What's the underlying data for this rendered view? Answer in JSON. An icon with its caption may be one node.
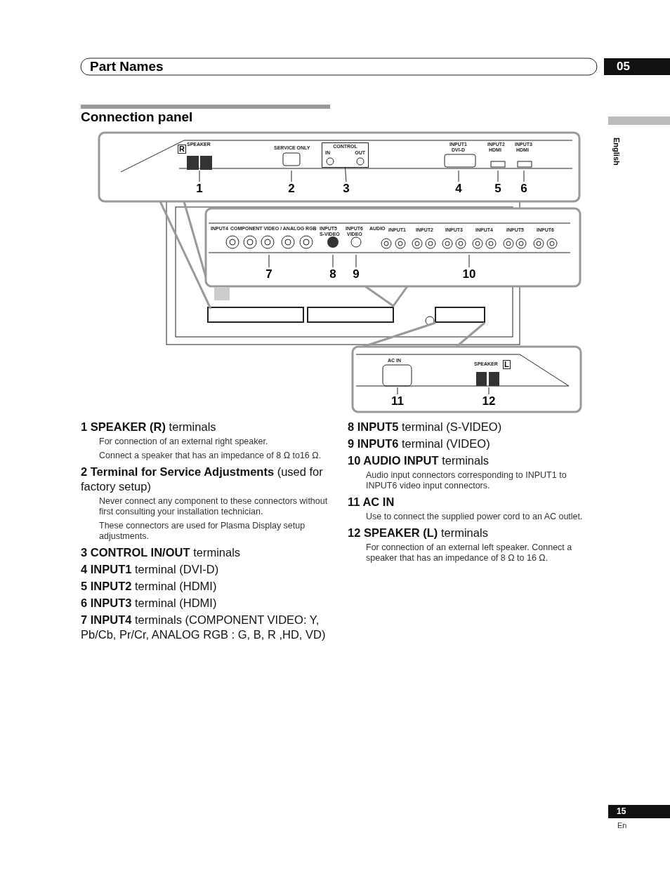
{
  "diagram": {
    "title": "Part Names",
    "nodes": [
      {
        "text": [
          "1"
        ]
      },
      {
        "text": [
          "2"
        ]
      },
      {
        "text": [
          "3"
        ]
      },
      {
        "text": [
          "4"
        ]
      },
      {
        "text": [
          "5"
        ]
      },
      {
        "text": [
          "6"
        ]
      },
      {
        "text": [
          "7"
        ]
      },
      {
        "text": [
          "8"
        ]
      },
      {
        "text": [
          "9"
        ]
      },
      {
        "text": [
          "10"
        ]
      },
      {
        "text": [
          "11"
        ]
      },
      {
        "text": [
          "12"
        ]
      },
      {
        "text": [
          "CONTROL",
          "IN",
          "OUT"
        ]
      }
    ],
    "edges": [
      {
        "from": 0,
        "to": null,
        "arrow": "none"
      },
      {
        "from": 1,
        "to": null,
        "arrow": "none"
      },
      {
        "from": 2,
        "to": 12,
        "arrow": "none"
      },
      {
        "from": 3,
        "to": null,
        "arrow": "none"
      },
      {
        "from": 4,
        "to": null,
        "arrow": "none"
      },
      {
        "from": 5,
        "to": null,
        "arrow": "none"
      },
      {
        "from": 6,
        "to": null,
        "arrow": "none"
      },
      {
        "from": 7,
        "to": null,
        "arrow": "none"
      },
      {
        "from": 8,
        "to": null,
        "arrow": "none"
      },
      {
        "from": 9,
        "to": null,
        "arrow": "none"
      },
      {
        "from": 10,
        "to": null,
        "arrow": "none"
      },
      {
        "from": 11,
        "to": null,
        "arrow": "none"
      }
    ],
    "labels": [
      "05",
      "Connection panel",
      "English",
      "R",
      "SPEAKER",
      "SERVICE ONLY",
      "INPUT1",
      "DVI-D",
      "INPUT2",
      "HDMI",
      "INPUT3",
      "HDMI",
      "INPUT4",
      "COMPONENT VIDEO / ANALOG RGB",
      "INPUT5",
      "S-VIDEO",
      "INPUT6",
      "VIDEO",
      "AUDIO",
      "INPUT1",
      "INPUT2",
      "INPUT3",
      "INPUT4",
      "INPUT5",
      "INPUT6",
      "AC IN",
      "SPEAKER",
      "L",
      "**1 SPEAKER (R)** terminals",
      "For connection of an external right speaker.",
      "Connect a speaker that has an impedance of 8 Ω to16 Ω.",
      "**2 Terminal for Service Adjustments** (used for factory setup)",
      "Never connect any component to these connectors without first consulting your installation technician.",
      "These connectors are used for Plasma Display setup adjustments.",
      "**3 CONTROL IN/OUT** terminals",
      "**4 INPUT1** terminal (DVI-D)",
      "**5 INPUT2** terminal (HDMI)",
      "**6 INPUT3** terminal (HDMI)",
      "**7 INPUT4** terminals (COMPONENT VIDEO: Y, Pb/Cb, Pr/Cr, ANALOG RGB : G, B, R ,HD, VD)",
      "**8 INPUT5** terminal (S-VIDEO)",
      "**9 INPUT6** terminal (VIDEO)",
      "**10 AUDIO INPUT** terminals",
      "Audio input connectors corresponding to INPUT1 to INPUT6 video input connectors.",
      "**11 AC IN**",
      "Use to connect the supplied power cord to an AC outlet.",
      "**12 SPEAKER (L)** terminals",
      "For connection of an external left speaker. Connect a speaker that has an impedance of 8 Ω to 16 Ω.",
      "15",
      "En"
    ]
  }
}
